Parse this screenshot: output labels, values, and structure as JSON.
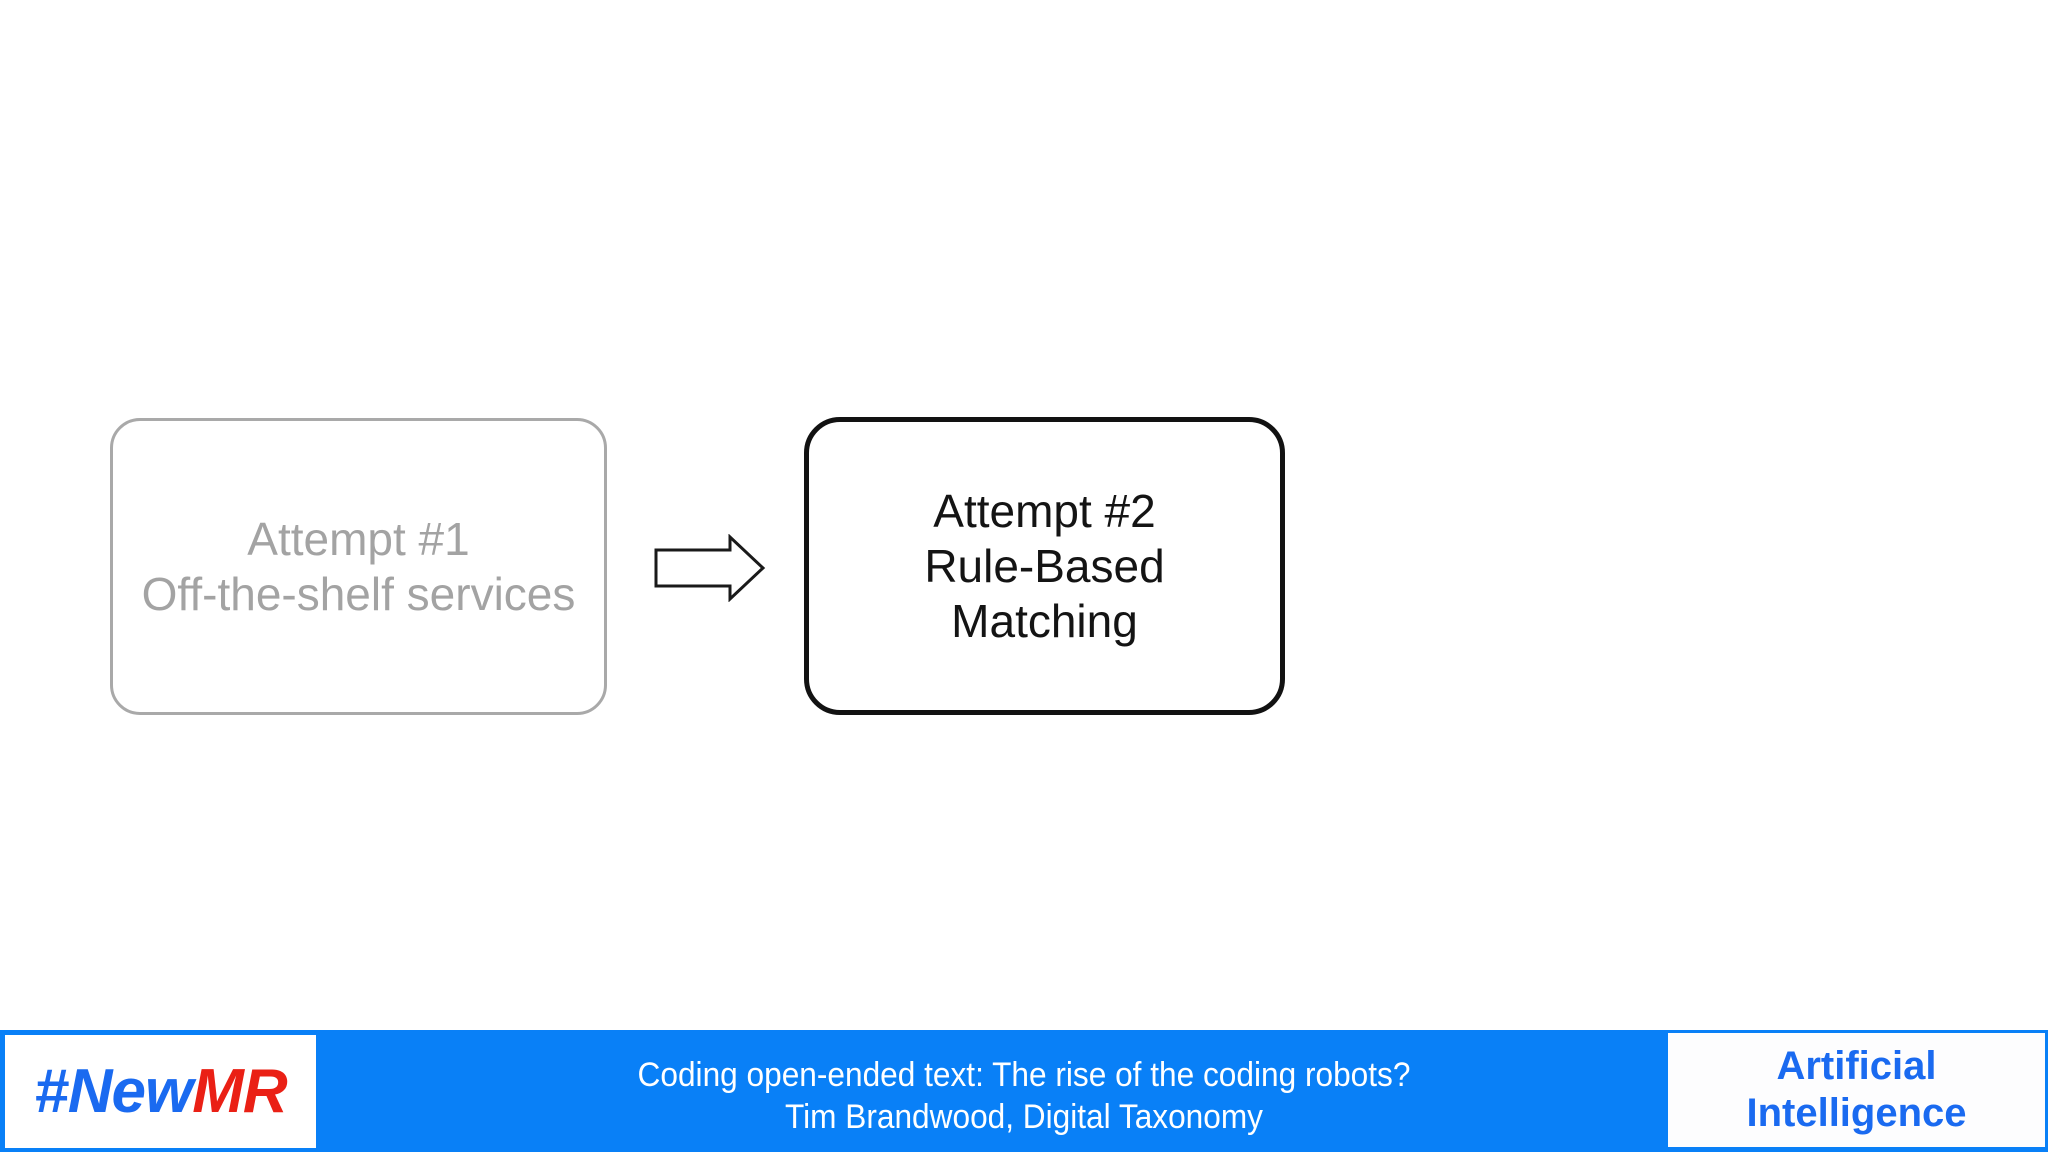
{
  "diagram": {
    "attempt1": {
      "lines": [
        "Attempt #1",
        "Off-the-shelf services"
      ],
      "border_color": "#a9a9a9",
      "text_color": "#a3a3a3"
    },
    "arrow_icon": "right-block-arrow",
    "attempt2": {
      "lines": [
        "Attempt #2",
        "Rule-Based",
        "Matching"
      ],
      "border_color": "#121212",
      "text_color": "#141414"
    }
  },
  "footer": {
    "bar_color": "#0980f7",
    "logo": {
      "prefix": "#New",
      "suffix": "MR",
      "prefix_color": "#1a6af0",
      "suffix_color": "#ea2015"
    },
    "caption_line1": "Coding open-ended text: The rise of the coding robots?",
    "caption_line2": "Tim Brandwood, Digital Taxonomy",
    "caption_color": "#ffffff",
    "badge": {
      "line1": "Artificial",
      "line2": "Intelligence",
      "text_color": "#1a6af0",
      "background": "#fdfdfe"
    }
  }
}
